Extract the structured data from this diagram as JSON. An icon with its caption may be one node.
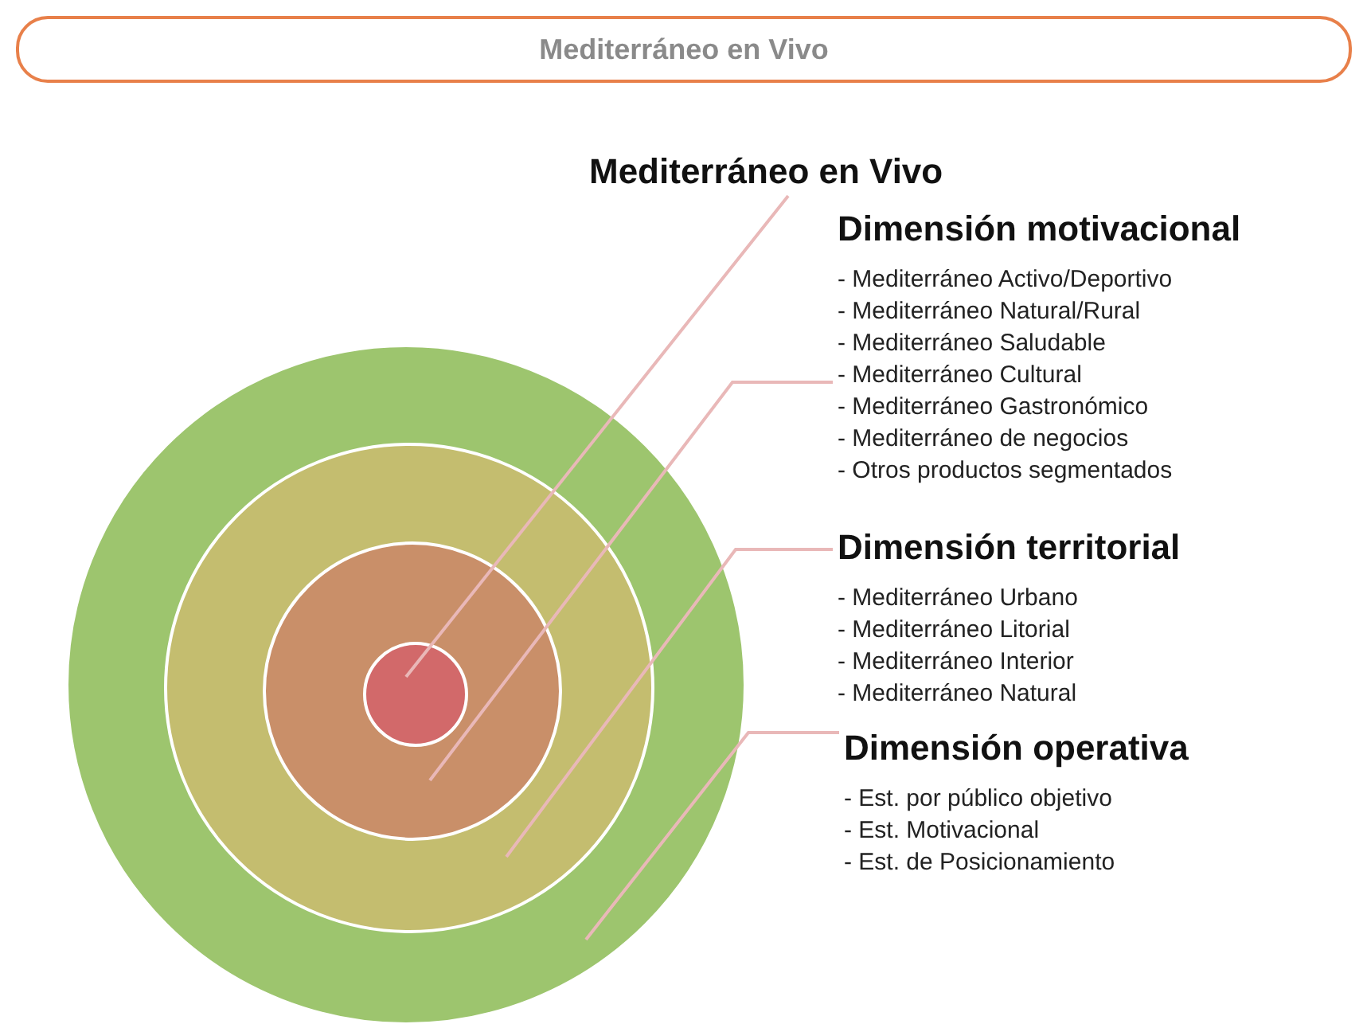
{
  "diagram": {
    "title": "Mediterráneo en Vivo",
    "nodes": [
      {
        "text": [
          "Mediterráneo en Vivo"
        ]
      },
      {
        "text": [
          "Dimensión motivacional",
          "- Mediterráneo Activo/Deportivo",
          "- Mediterráneo Natural/Rural",
          "- Mediterráneo Saludable",
          "- Mediterráneo Cultural",
          "- Mediterráneo Gastronómico",
          "- Mediterráneo de negocios",
          "- Otros productos segmentados"
        ]
      },
      {
        "text": [
          "Dimensión territorial",
          "- Mediterráneo Urbano",
          "- Mediterráneo Litorial",
          "- Mediterráneo Interior",
          "- Mediterráneo Natural"
        ]
      },
      {
        "text": [
          "Dimensión operativa",
          "- Est. por público objetivo",
          "- Est. Motivacional",
          "- Est. de Posicionamiento"
        ]
      },
      {
        "text": [],
        "shape": "circle"
      },
      {
        "text": [],
        "shape": "circle",
        "in": 4
      },
      {
        "text": [],
        "shape": "circle",
        "in": 5
      },
      {
        "text": [],
        "shape": "circle",
        "in": 6
      }
    ],
    "edges": [
      {
        "from": 0,
        "to": 7,
        "arrow": "none"
      },
      {
        "from": 1,
        "to": 6,
        "arrow": "none"
      },
      {
        "from": 2,
        "to": 5,
        "arrow": "none"
      },
      {
        "from": 3,
        "to": 4,
        "arrow": "none"
      }
    ]
  }
}
